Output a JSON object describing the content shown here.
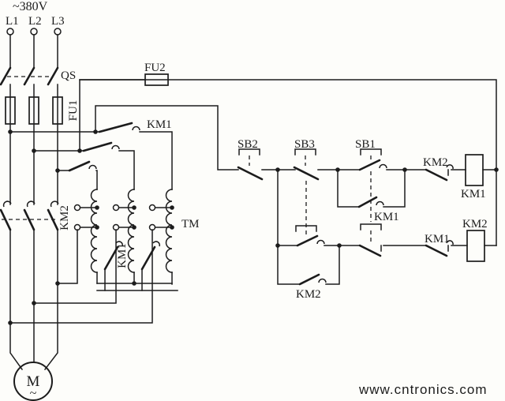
{
  "diagram": {
    "supply": {
      "voltage": "~380V",
      "phase_1": "L1",
      "phase_2": "L2",
      "phase_3": "L3",
      "isolator_switch": "QS",
      "main_fuse": "FU1",
      "control_fuse": "FU2"
    },
    "main_circuit": {
      "start_contactor_contacts": "KM1",
      "run_contactor_contacts": "KM2",
      "star_contacts": "KM1",
      "autotransformer": "TM",
      "motor_symbol": "M",
      "motor_current_type": "~"
    },
    "control_circuit": {
      "stop_button": "SB2",
      "transfer_button": "SB3",
      "start_button": "SB1",
      "km1_seal_in_contact": "KM1",
      "km2_interlock_contact": "KM2",
      "km1_coil": "KM1",
      "km1_interlock_contact": "KM1",
      "km2_coil": "KM2",
      "km2_seal_in_contact": "KM2"
    }
  },
  "watermark": "www.cntronics.com",
  "colors": {
    "line": "#1c1c1c",
    "background": "#fdfdfa",
    "watermark": "#c5deb3"
  }
}
